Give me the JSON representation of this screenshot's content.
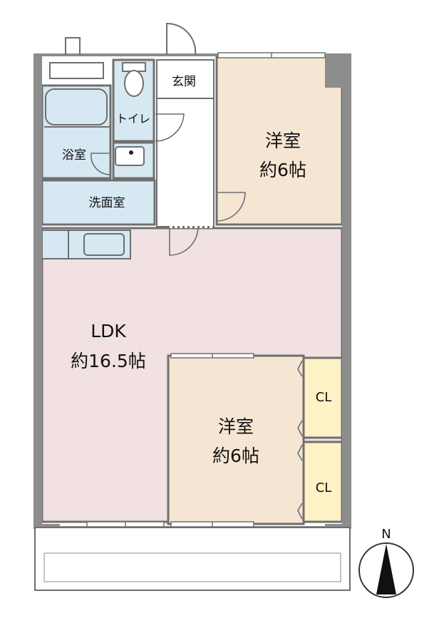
{
  "rooms": {
    "western_room_1": {
      "name": "洋室",
      "size": "約6帖"
    },
    "western_room_2": {
      "name": "洋室",
      "size": "約6帖"
    },
    "ldk": {
      "name": "LDK",
      "size": "約16.5帖"
    },
    "entrance": {
      "name": "玄関"
    },
    "toilet": {
      "name": "トイレ"
    },
    "bathroom": {
      "name": "浴室"
    },
    "washroom": {
      "name": "洗面室"
    },
    "closet_1": {
      "name": "CL"
    },
    "closet_2": {
      "name": "CL"
    }
  },
  "compass": {
    "north_label": "N"
  },
  "colors": {
    "western_room": "#f4e6d3",
    "ldk": "#f1e1e2",
    "wet_area": "#d6e8f2",
    "closet": "#fdf1c6",
    "wall": "#8a8a8a",
    "column": "#8d8d8d"
  }
}
